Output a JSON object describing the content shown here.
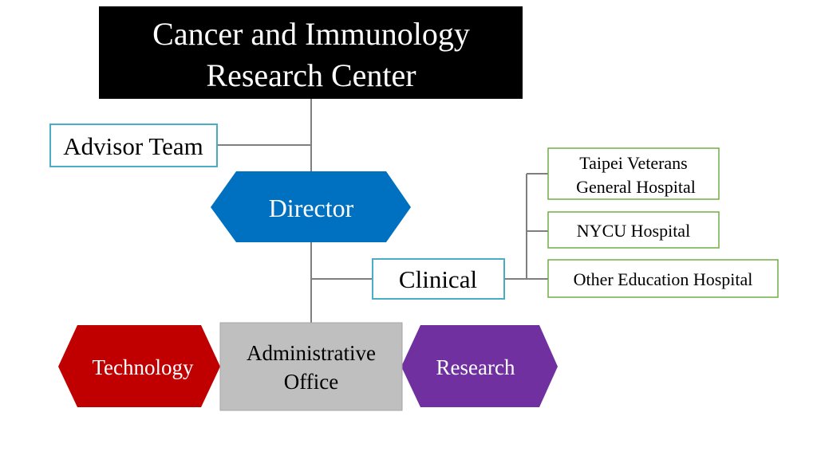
{
  "nodes": {
    "center": {
      "line1": "Cancer and Immunology",
      "line2": "Research Center"
    },
    "advisor": {
      "label": "Advisor Team"
    },
    "director": {
      "label": "Director"
    },
    "clinical": {
      "label": "Clinical"
    },
    "taipei_vgh": {
      "line1": "Taipei Veterans",
      "line2": "General Hospital"
    },
    "nycu_hospital": {
      "label": "NYCU Hospital"
    },
    "other_hospital": {
      "label": "Other Education Hospital"
    },
    "technology": {
      "label": "Technology"
    },
    "admin_office": {
      "line1": "Administrative",
      "line2": "Office"
    },
    "research": {
      "label": "Research"
    }
  },
  "colors": {
    "center_fill": "#000000",
    "center_text": "#ffffff",
    "advisor_border": "#4bacc6",
    "clinical_border": "#4bacc6",
    "hospital_border": "#70ad47",
    "director_fill": "#0070c0",
    "technology_fill": "#c00000",
    "research_fill": "#7030a0",
    "admin_fill": "#bfbfbf",
    "connector": "#7f7f7f"
  }
}
